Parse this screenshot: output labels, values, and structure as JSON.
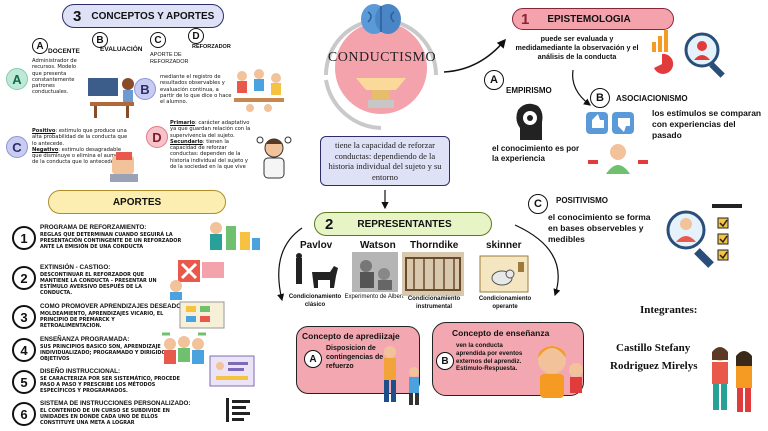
{
  "center": {
    "title": "CONDUCTISMO",
    "definition": "tiene la capacidad de reforzar conductas: dependiendo de la historia individual del sujeto y su entorno"
  },
  "epistemologia": {
    "number": "1",
    "title": "EPISTEMOLOGIA",
    "intro": "puede ser evaluada y medidamediante la observación y el análisis de la conducta",
    "a": {
      "letter": "A",
      "title": "EMPIRISMO",
      "text": "el conocimiento es por la experiencia"
    },
    "b": {
      "letter": "B",
      "title": "ASOCIACIONISMO",
      "text": "los estímulos se comparan  con experiencias del pasado"
    },
    "c": {
      "letter": "C",
      "title": "POSITIVISMO",
      "text": "el conocimiento se forma en bases observebles y medibles"
    }
  },
  "conceptos": {
    "number": "3",
    "title": "CONCEPTOS Y APORTES",
    "a": {
      "letter": "A",
      "header": "DOCENTE",
      "text": "Administrador de recursos. Modelo que presenta constantemente patrones conductuales."
    },
    "b": {
      "letter": "B",
      "header": "EVALUACIÓN",
      "text": "mediante el registro de resultados observables y evaluación continua, a partir de lo que dice o hace el alumno."
    },
    "c": {
      "letter": "C",
      "header": "APORTE DE REFORZADOR",
      "positivo_label": "Positivo",
      "positivo_text": ": estimulo que produce una alta probabilidad de la conducta que lo antecede.",
      "negativo_label": "Negativo",
      "negativo_text": ": estimulo desagradable que disminuye o elimina el aumento de la conducta que lo antecede."
    },
    "d": {
      "letter": "D",
      "header": "REFORZADOR",
      "primario_label": "Primario",
      "primario_text": ": carácter adaptativo ya que guardan relación con la supervivencia del sujeto.",
      "secundario_label": "Secundario",
      "secundario_text": ": tienen la capacidad de reforzar conductas: dependen de la historia individual del sujeto y de la sociedad en la que vive"
    }
  },
  "aportes": {
    "title": "APORTES",
    "items": [
      {
        "num": "1",
        "title": "PROGRAMA DE REFORZAMIENTO:",
        "text": "REGLAS QUE DETERMINAN CUANDO SEGUIRÁ LA PRESENTACIÓN CONTINGENTE DE UN REFORZADOR ANTE LA EMISIÓN DE UNA CONDUCTA"
      },
      {
        "num": "2",
        "title": "EXTINSIÓN - CASTIGO:",
        "text": "DESCONTINUAR EL REFORZADOR QUE MANTIENE LA CONDUCTA - PRESENTAR UN ESTÍMULO AVERSIVO DESPUÉS DE LA CONDUCTA."
      },
      {
        "num": "3",
        "title": "COMO PROMOVER APRENDIZAJES DESEADOS:",
        "text": "MOLDEAMIENTO, APRENDIZAJES VICARIO, EL PRINCIPIO DE PREMARCK Y RETROALIMENTACION."
      },
      {
        "num": "4",
        "title": "ENSEÑANZA PROGRAMADA:",
        "text": "SUS PRINCIPIOS BASICO SON, APRENDIZAJE INDIVIDUALIZADO; PROGRAMADO Y DIRIGIDO A OBJETIVOS"
      },
      {
        "num": "5",
        "title": "DISEÑO INSTRUCCIONAL:",
        "text": "SE CARACTERIZA POR SER SISTEMÁTICO, PROCEDE PASO A PASO Y PRESCRIBE LOS MÉTODOS ESPECÍFICOS Y PROGRAMADOS."
      },
      {
        "num": "6",
        "title": "SISTEMA DE INSTRUCCIONES PERSONALIZADO:",
        "text": "EL CONTENIDO DE UN CURSO SE SUBDIVIDE EN  UNIDADES EN DONDE CADA UNO DE ELLOS CONSTITUYE UNA META A LOGRAR"
      }
    ]
  },
  "representantes": {
    "number": "2",
    "title": "REPRESENTANTES",
    "people": [
      {
        "name": "Pavlov",
        "caption": "Condicionamiento clásico"
      },
      {
        "name": "Watson",
        "caption": "Experimento de Albert"
      },
      {
        "name": "Thorndike",
        "caption": "Condicionamiento instrumental"
      },
      {
        "name": "skinner",
        "caption": "Condicionamiento operante"
      }
    ],
    "aprendizaje": {
      "title": "Concepto de aprediizaje",
      "letter": "A",
      "text": "Disposicion de contingencias de refuerzo"
    },
    "ensenanza": {
      "title": "Concepto de enseñanza",
      "letter": "B",
      "text": "ven la conducta aprendida por eventos externos del aprendiz. Estimulo-Respuesta."
    }
  },
  "integrantes": {
    "title": "Integrantes:",
    "names": [
      "Castillo Stefany",
      "Rodriguez Mirelys"
    ]
  },
  "colors": {
    "pink": "#f4a3ad",
    "green_pill": "#e7f4c5",
    "yellow_pill": "#fbeeb0",
    "lavender": "#dfe1f7",
    "concept_pink": "#f3a8b1"
  }
}
